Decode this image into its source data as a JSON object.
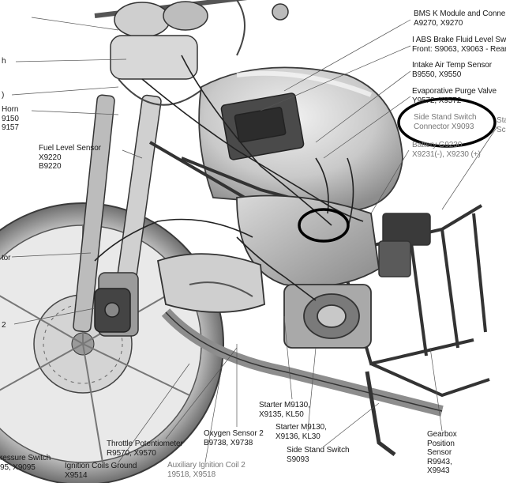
{
  "labels": {
    "bms_k": [
      "BMS K  Module and Conne",
      "A9270, X9270"
    ],
    "abs_fluid": [
      "I ABS Brake Fluid Level Swi",
      "Front: S9063, X9063 - Rear"
    ],
    "intake_air": [
      "Intake Air Temp Sensor",
      "B9550,  X9550"
    ],
    "evap_purge": [
      "Evaporative Purge Valve",
      "Y9572, X9572"
    ],
    "side_stand_connector": [
      "Side Stand Switch",
      "Connector X9093"
    ],
    "battery": [
      "Battery G9230",
      "X9231(-), X9230 (+)"
    ],
    "starter_right_partial": [
      "Sta",
      "Sc"
    ],
    "fuel_level": [
      "Fuel Level Sensor",
      "X9220",
      "B9220"
    ],
    "horn_partial": [
      "Horn",
      "9150",
      "9157"
    ],
    "left_partial_1": "h",
    "left_partial_2": ")",
    "left_partial_3": "tor",
    "left_partial_4": "2",
    "throttle_pot": [
      "Throttle Potentiometer",
      "R9570, X9570"
    ],
    "oxygen_sensor": [
      "Oxygen Sensor 2",
      "B9738, X9738"
    ],
    "starter_kl50": [
      "Starter M9130,",
      "X9135, KL50"
    ],
    "starter_kl30": [
      "Starter M9130,",
      "X9136, KL30"
    ],
    "side_stand_switch": [
      "Side Stand Switch",
      "S9093"
    ],
    "gearbox_position": [
      "Gearbox",
      "Position",
      "Sensor",
      "R9943,",
      "X9943"
    ],
    "pressure_switch": [
      "ressure Switch",
      "95, X9095"
    ],
    "ignition_ground": [
      "Ignition Coils Ground",
      "X9514"
    ],
    "aux_ignition": [
      "Auxiliary Ignition Coil 2",
      "19518, X9518"
    ]
  },
  "colors": {
    "line_art": "#2a2a2a",
    "shading": "#bdbdbd",
    "highlight_circle": "#000000"
  }
}
